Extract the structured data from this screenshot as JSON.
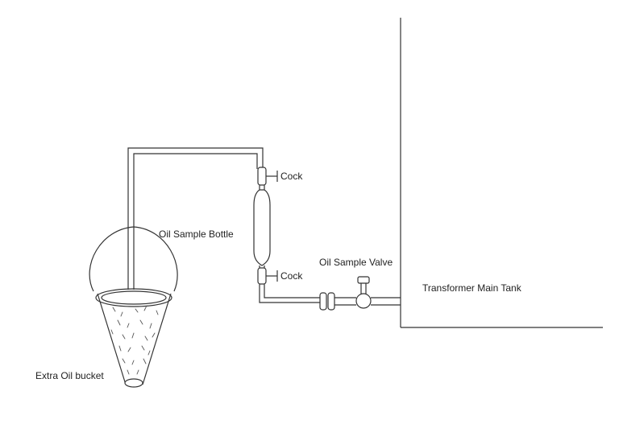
{
  "labels": {
    "cock_top": "Cock",
    "cock_bottom": "Cock",
    "oil_sample_bottle": "Oil Sample Bottle",
    "oil_sample_valve": "Oil Sample Valve",
    "transformer_main_tank": "Transformer Main Tank",
    "extra_oil_bucket": "Extra Oil bucket"
  },
  "colors": {
    "line": "#333333",
    "background": "#ffffff"
  }
}
